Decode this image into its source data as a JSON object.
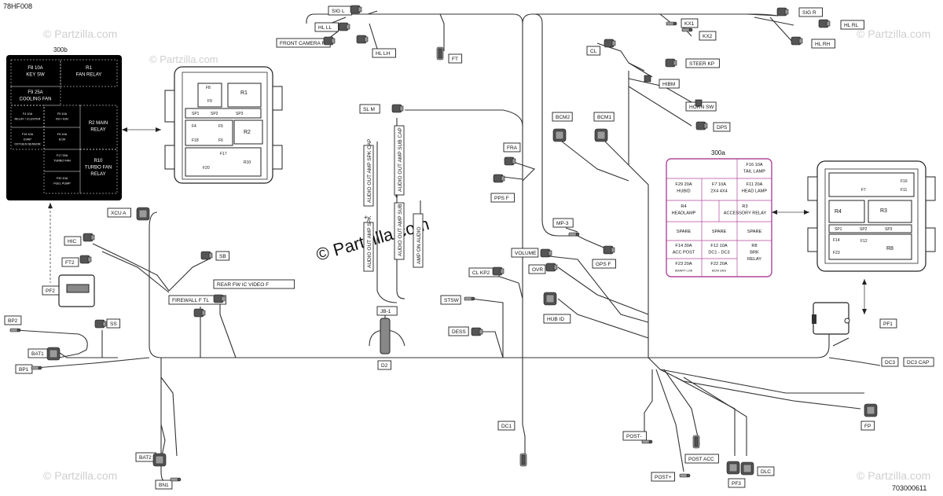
{
  "doc_code": "78HF008",
  "part_number": "703000611",
  "watermark": "© Partzilla.com",
  "watermark_small": "© Partzilla.com",
  "fuse_box_b": {
    "title": "300b",
    "cells": [
      {
        "id": "f8",
        "lines": [
          "F8      10A",
          "KEY SW"
        ]
      },
      {
        "id": "r1",
        "lines": [
          "R1",
          "FAN RELAY"
        ]
      },
      {
        "id": "f9",
        "lines": [
          "F9        25A",
          "COOLING FAN"
        ]
      },
      {
        "id": "f4",
        "lines": [
          "F4           10A",
          "RELAY / CLUSTER"
        ]
      },
      {
        "id": "f5",
        "lines": [
          "F5           10A",
          "INJ / IGN"
        ]
      },
      {
        "id": "r2",
        "lines": [
          "R2 MAIN",
          "RELAY"
        ]
      },
      {
        "id": "f19",
        "lines": [
          "F19         10A",
          "EVAP",
          "OXYGEN SENSOR"
        ]
      },
      {
        "id": "f6",
        "lines": [
          "F6           10A",
          "ECM"
        ]
      },
      {
        "id": "f17",
        "lines": [
          "F17         25A",
          "TURBO FAN"
        ]
      },
      {
        "id": "r10",
        "lines": [
          "R10",
          "TURBO FAN",
          "RELAY"
        ]
      },
      {
        "id": "f20",
        "lines": [
          "F20         10A",
          "FUEL PUMP"
        ]
      }
    ]
  },
  "fuse_box_a": {
    "title": "300a",
    "cells": [
      {
        "id": "f16",
        "lines": [
          "F16    10A",
          "TAIL LAMP"
        ]
      },
      {
        "id": "f29",
        "lines": [
          "F29     20A",
          "HUBID"
        ]
      },
      {
        "id": "f7",
        "lines": [
          "F7     10A",
          "2X4  4X4"
        ]
      },
      {
        "id": "f11",
        "lines": [
          "F11    20A",
          "HEAD LAMP"
        ]
      },
      {
        "id": "r4",
        "lines": [
          "R4",
          "HEADLAMP"
        ]
      },
      {
        "id": "r3",
        "lines": [
          "R3",
          "ACCESSORY RELAY"
        ]
      },
      {
        "id": "sp1",
        "lines": [
          "SPARE"
        ]
      },
      {
        "id": "sp2",
        "lines": [
          "SPARE"
        ]
      },
      {
        "id": "sp3",
        "lines": [
          "SPARE"
        ]
      },
      {
        "id": "f14",
        "lines": [
          "F14     30A",
          "ACC POST"
        ]
      },
      {
        "id": "f12",
        "lines": [
          "F12     10A",
          "DC1 - DC3"
        ]
      },
      {
        "id": "r8",
        "lines": [
          "R8",
          "BRK",
          "RELAY"
        ]
      },
      {
        "id": "f23",
        "lines": [
          "F23     20A",
          "SMART LOK"
        ]
      },
      {
        "id": "f22",
        "lines": [
          "F22     20A",
          "BCM SAS"
        ]
      }
    ]
  },
  "box_b_labels": [
    "F8",
    "F9",
    "R1",
    "SP1",
    "SP2",
    "SP3",
    "F4",
    "F5",
    "F18",
    "F6",
    "R2",
    "F17",
    "F20",
    "R10"
  ],
  "box_a_labels": [
    "F16",
    "F7",
    "F11",
    "R4",
    "R3",
    "SP1",
    "SP2",
    "SP3",
    "F14",
    "F12",
    "F23",
    "R8"
  ],
  "connectors": [
    {
      "id": "SIG L",
      "text": "SIG L"
    },
    {
      "id": "HL LL",
      "text": "HL LL"
    },
    {
      "id": "FRONT CAMERA F",
      "text": "FRONT CAMERA F"
    },
    {
      "id": "HL LH",
      "text": "HL LH"
    },
    {
      "id": "FT",
      "text": "FT"
    },
    {
      "id": "KX1",
      "text": "KX1"
    },
    {
      "id": "KX2",
      "text": "KX2"
    },
    {
      "id": "CL",
      "text": "CL"
    },
    {
      "id": "STEER KP",
      "text": "STEER KP"
    },
    {
      "id": "HIBM",
      "text": "HIBM"
    },
    {
      "id": "SIG R",
      "text": "SIG R"
    },
    {
      "id": "HL RL",
      "text": "HL RL"
    },
    {
      "id": "HL RH",
      "text": "HL RH"
    },
    {
      "id": "SL M",
      "text": "SL M"
    },
    {
      "id": "BCM2",
      "text": "BCM2"
    },
    {
      "id": "BCM1",
      "text": "BCM1"
    },
    {
      "id": "HORN SW",
      "text": "HORN SW"
    },
    {
      "id": "DPS",
      "text": "DPS"
    },
    {
      "id": "FRA",
      "text": "FRA"
    },
    {
      "id": "PPS F",
      "text": "PPS F"
    },
    {
      "id": "MP-3",
      "text": "MP-3"
    },
    {
      "id": "GPS F",
      "text": "GPS F"
    },
    {
      "id": "XCU A",
      "text": "XCU A"
    },
    {
      "id": "HIC",
      "text": "HIC"
    },
    {
      "id": "FT2",
      "text": "FT2"
    },
    {
      "id": "SB",
      "text": "SB"
    },
    {
      "id": "PF2",
      "text": "PF2"
    },
    {
      "id": "BP2",
      "text": "BP2"
    },
    {
      "id": "SS",
      "text": "SS"
    },
    {
      "id": "BAT1",
      "text": "BAT1"
    },
    {
      "id": "BP1",
      "text": "BP1"
    },
    {
      "id": "FIREWALL F TL",
      "text": "FIREWALL  F  TL"
    },
    {
      "id": "REAR FW IC VIDEO F",
      "text": "REAR  FW  IC  VIDEO  F"
    },
    {
      "id": "JB-1",
      "text": "JB-1"
    },
    {
      "id": "D2",
      "text": "D2"
    },
    {
      "id": "VOLUME",
      "text": "VOLUME"
    },
    {
      "id": "CL KP2",
      "text": "CL  KP2"
    },
    {
      "id": "OVR",
      "text": "OVR"
    },
    {
      "id": "STSW",
      "text": "STSW"
    },
    {
      "id": "HUB ID",
      "text": "HUB ID"
    },
    {
      "id": "DESS",
      "text": "DESS"
    },
    {
      "id": "PF1",
      "text": "PF1"
    },
    {
      "id": "DC3",
      "text": "DC3"
    },
    {
      "id": "DC3 CAP",
      "text": "DC3 CAP"
    },
    {
      "id": "FP",
      "text": "FP"
    },
    {
      "id": "DC1",
      "text": "DC1"
    },
    {
      "id": "POST-",
      "text": "POST-"
    },
    {
      "id": "POST ACC",
      "text": "POST ACC"
    },
    {
      "id": "POST+",
      "text": "POST+"
    },
    {
      "id": "PF3",
      "text": "PF3"
    },
    {
      "id": "DLC",
      "text": "DLC"
    },
    {
      "id": "BAT2",
      "text": "BAT2"
    },
    {
      "id": "BN1",
      "text": "BN1"
    }
  ],
  "vertical_labels": [
    {
      "id": "v1",
      "text": "AUDIO OUT AMP SPK CAP"
    },
    {
      "id": "v2",
      "text": "AUDIO OUT AMP SPK"
    },
    {
      "id": "v3",
      "text": "AUDIO OUT AMP SUB CAP"
    },
    {
      "id": "v4",
      "text": "AUDIO OUT AMP SUB"
    },
    {
      "id": "v5",
      "text": "AMP ON AUDIO"
    }
  ],
  "plus_sign": "+",
  "colors": {
    "fuse_box_b_bg": "#000000",
    "fuse_box_a_border": "#b0489a",
    "wire": "#333333",
    "watermark": "#bdbdbd"
  }
}
